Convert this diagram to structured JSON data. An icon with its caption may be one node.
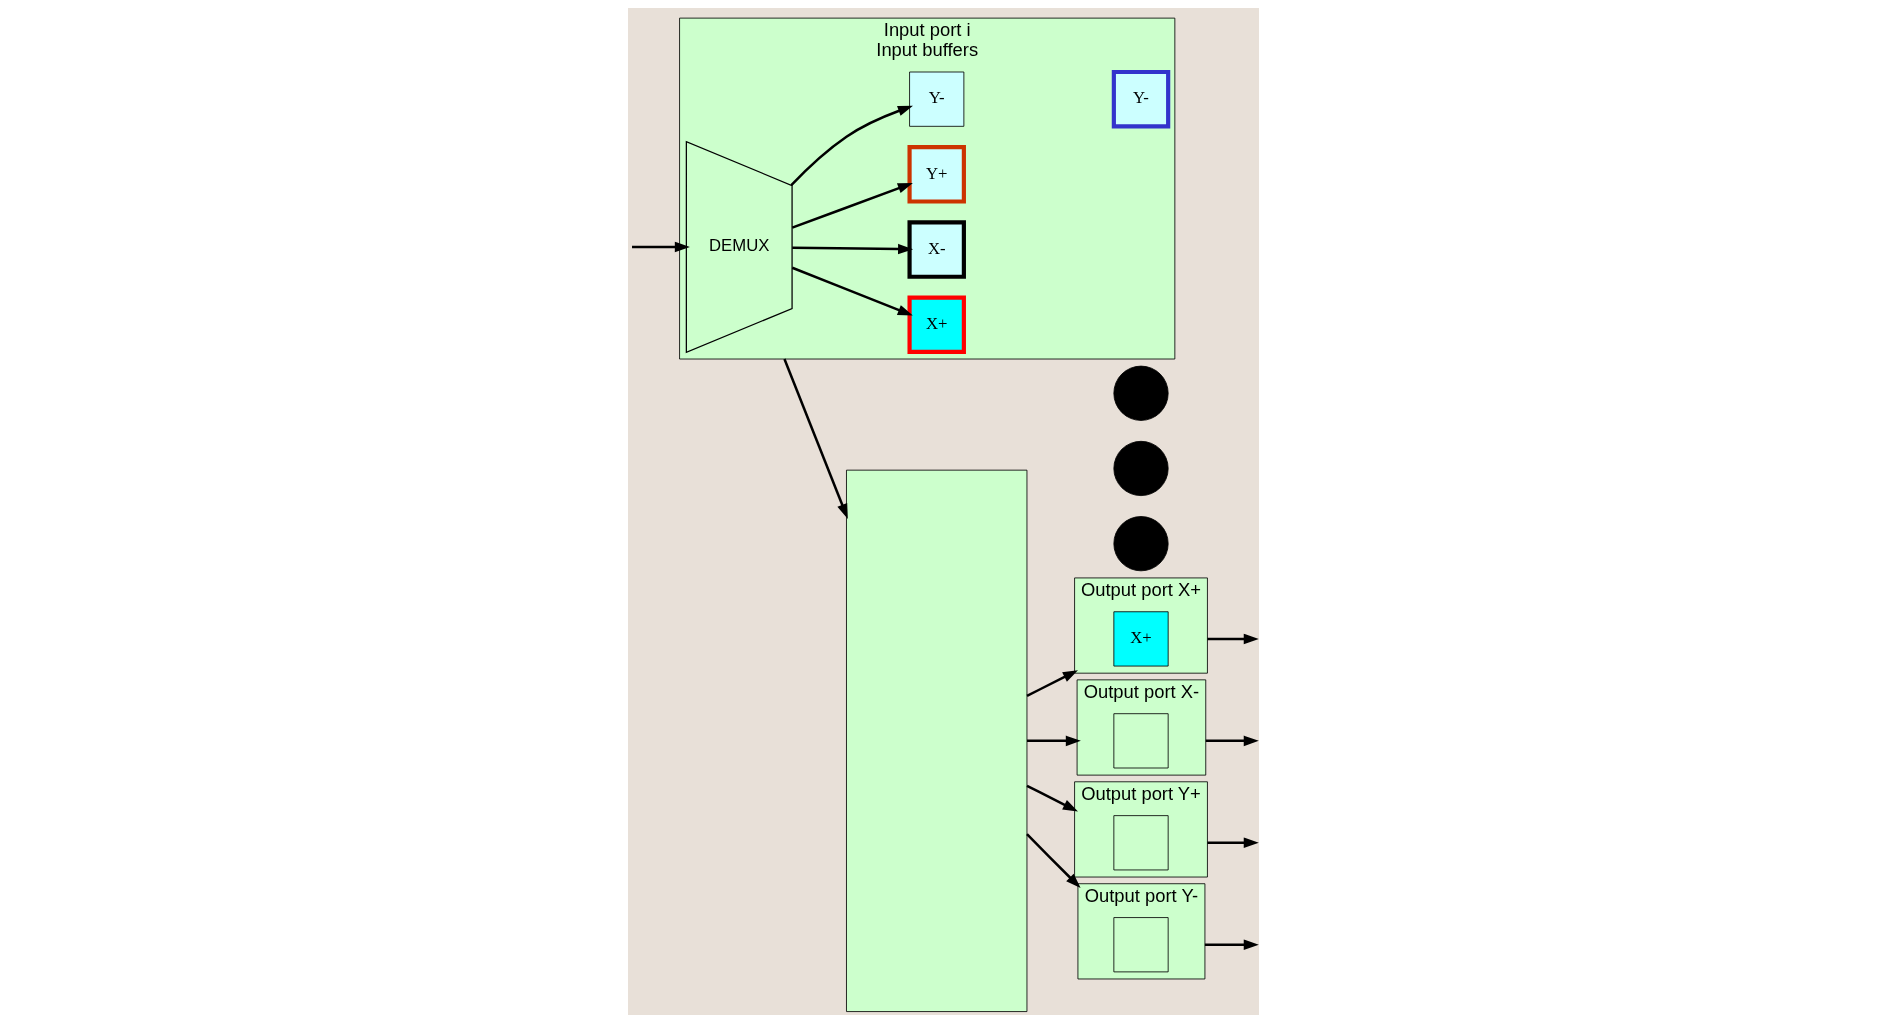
{
  "diagram": {
    "nodes": [
      {
        "text": [
          "Input port i",
          "Input buffers"
        ]
      },
      {
        "text": [
          "DEMUX"
        ],
        "in": 0
      },
      {
        "text": [
          "X+"
        ],
        "in": 0
      },
      {
        "text": [
          "X-"
        ],
        "in": 0
      },
      {
        "text": [
          "Y+"
        ],
        "in": 0
      },
      {
        "text": [
          "Y-"
        ],
        "in": 0
      },
      {
        "text": [
          "Y-"
        ],
        "in": 0
      },
      {
        "text": [],
        "shape": "box"
      },
      {
        "text": [
          "Output port X+"
        ]
      },
      {
        "text": [
          "X+"
        ],
        "in": 8
      },
      {
        "text": [
          "Output port X-"
        ]
      },
      {
        "text": [],
        "shape": "box",
        "in": 10
      },
      {
        "text": [
          "Output port Y+"
        ]
      },
      {
        "text": [],
        "shape": "box",
        "in": 12
      },
      {
        "text": [
          "Output port Y-"
        ]
      },
      {
        "text": [],
        "shape": "box",
        "in": 14
      },
      {
        "text": [],
        "shape": "circle"
      },
      {
        "text": [],
        "shape": "circle"
      },
      {
        "text": [],
        "shape": "circle"
      }
    ],
    "edges": [
      {
        "from": null,
        "to": 1,
        "arrow": "to"
      },
      {
        "from": 1,
        "to": 2,
        "arrow": "to"
      },
      {
        "from": 1,
        "to": 3,
        "arrow": "to"
      },
      {
        "from": 1,
        "to": 4,
        "arrow": "to"
      },
      {
        "from": 1,
        "to": 5,
        "arrow": "to"
      },
      {
        "from": 0,
        "to": 7,
        "arrow": "to"
      },
      {
        "from": 7,
        "to": 8,
        "arrow": "to"
      },
      {
        "from": 7,
        "to": 10,
        "arrow": "to"
      },
      {
        "from": 7,
        "to": 12,
        "arrow": "to"
      },
      {
        "from": 7,
        "to": 14,
        "arrow": "to"
      },
      {
        "from": 8,
        "to": null,
        "arrow": "to"
      },
      {
        "from": 10,
        "to": null,
        "arrow": "to"
      },
      {
        "from": 12,
        "to": null,
        "arrow": "to"
      },
      {
        "from": 14,
        "to": null,
        "arrow": "to"
      }
    ]
  }
}
